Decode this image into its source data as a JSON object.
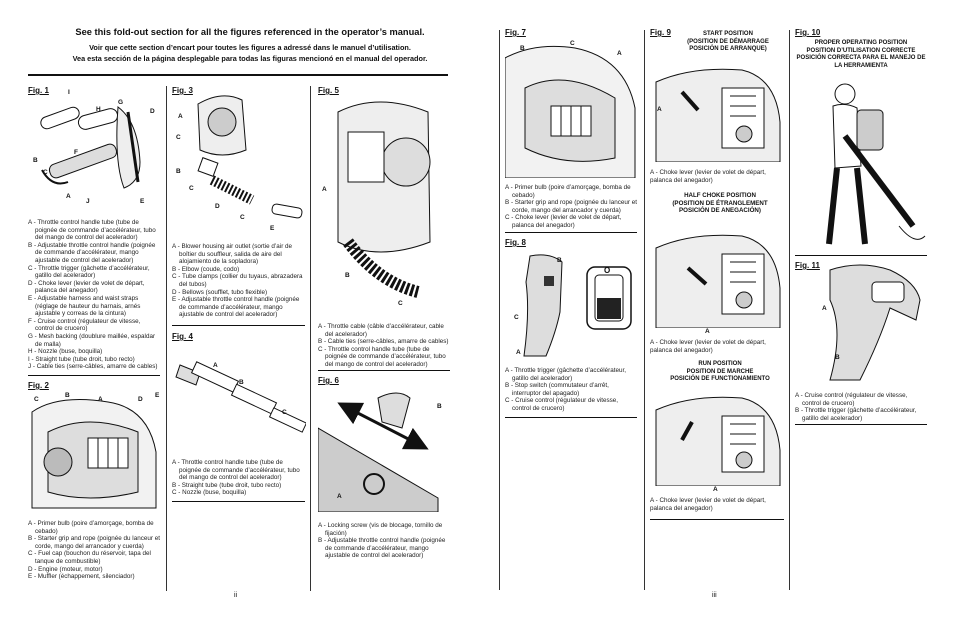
{
  "header": {
    "line1": "See this fold-out section for all the figures referenced in the operator’s manual.",
    "line2": "Voir que cette section d’encart pour toutes les figures a adressé dans le manuel d’utilisation.",
    "line3": "Vea esta sección de la página desplegable para todas las figuras mencionó en el manual del operador."
  },
  "pages": {
    "left": "ii",
    "right": "iii"
  },
  "figures": {
    "fig1": {
      "title": "Fig. 1",
      "labels": [
        "I",
        "H",
        "G",
        "D",
        "B",
        "C",
        "F",
        "A",
        "J",
        "E"
      ],
      "caption": [
        "A - Throttle control handle tube (tube de poignée de commande d’accélérateur, tubo del mango de control del acelerador)",
        "B - Adjustable throttle control handle (poignée de commande d’accélérateur, mango ajustable de control del acelerador)",
        "C - Throttle trigger (gâchette d’accélérateur, gatillo del acelerador)",
        "D - Choke lever (levier de volet de départ, palanca del anegador)",
        "E - Adjustable harness and waist straps (réglage de hauteur du harnais, arnés ajustable y correas de la cintura)",
        "F - Cruise control (régulateur de vitesse, control de crucero)",
        "G - Mesh backing (doublure maillée, espaldar de malla)",
        "H - Nozzle (buse, boquilla)",
        "I - Straight tube (tube droit, tubo recto)",
        "J - Cable ties (serre-câbles, amarre de cables)"
      ]
    },
    "fig2": {
      "title": "Fig. 2",
      "labels": [
        "C",
        "B",
        "A",
        "D",
        "E"
      ],
      "caption": [
        "A - Primer bulb (poire d’amorçage, bomba de cebado)",
        "B - Starter grip and rope (poignée du lanceur et corde, mango del arrancador y cuerda)",
        "C - Fuel cap (bouchon du réservoir, tapa del tanque de combustible)",
        "D - Engine (moteur, motor)",
        "E - Muffler (échappement, silenciador)"
      ]
    },
    "fig3": {
      "title": "Fig. 3",
      "labels": [
        "A",
        "C",
        "B",
        "C",
        "D",
        "C",
        "E"
      ],
      "caption": [
        "A - Blower housing air outlet (sortie d’air de boîtier du souffleur, salida de aire del alojamiento de la sopladora)",
        "B - Elbow (coude, codo)",
        "C - Tube clamps (collier du tuyaus, abrazadera del tubos)",
        "D - Bellows (soufflet, tubo flexible)",
        "E - Adjustable throttle control handle (poignée de commande d’accélérateur, mango ajustable de control del acelerador)"
      ]
    },
    "fig4": {
      "title": "Fig. 4",
      "labels": [
        "A",
        "B",
        "C"
      ],
      "caption": [
        "A - Throttle control handle tube (tube de poignée de commande d’accélérateur, tubo del mango de control del acelerador)",
        "B - Straight tube (tube droit, tubo recto)",
        "C - Nozzle (buse, boquilla)"
      ]
    },
    "fig5": {
      "title": "Fig. 5",
      "labels": [
        "A",
        "B",
        "C"
      ],
      "caption": [
        "A - Throttle cable (câble d’accélérateur, cable del acelerador)",
        "B - Cable ties (serre-câbles, amarre de cables)",
        "C - Throttle control handle tube (tube de poignée de commande d’accélérateur, tubo del mango de control del acelerador)"
      ]
    },
    "fig6": {
      "title": "Fig. 6",
      "labels": [
        "B",
        "A"
      ],
      "caption": [
        "A - Locking screw (vis de blocage, tornillo de fijación)",
        "B - Adjustable throttle control handle (poignée de commande d’accélérateur, mango ajustable de control del acelerador)"
      ]
    },
    "fig7": {
      "title": "Fig. 7",
      "labels": [
        "C",
        "B",
        "A"
      ],
      "caption": [
        "A - Primer bulb (poire d’amorçage, bomba de cebado)",
        "B - Starter grip and rope (poignée du lanceur et corde, mango del arrancador y cuerda)",
        "C - Choke lever (levier de volet de départ, palanca del anegador)"
      ]
    },
    "fig8": {
      "title": "Fig. 8",
      "labels": [
        "B",
        "C",
        "A"
      ],
      "switch_symbols": [
        "O",
        "I"
      ],
      "caption": [
        "A - Throttle trigger (gâchette d’accélérateur, gatillo del acelerador)",
        "B - Stop switch (commutateur d’arrêt, interruptor del apagado)",
        "C - Cruise control (régulateur de vitesse, control de crucero)"
      ]
    },
    "fig9": {
      "title": "Fig. 9",
      "start_title": "START POSITION\n(POSITION DE DÉMARRAGE\nPOSICIÓN DE ARRANQUE)",
      "half_title": "HALF CHOKE POSITION\n(POSITION DE ÉTRANGLEMENT\nPOSICIÓN DE ANEGACIÓN)",
      "run_title": "RUN POSITION\nPOSITION DE MARCHE\nPOSICIÓN DE FUNCTIONAMIENTO",
      "label": "A",
      "caption": "A - Choke lever (levier de volet de départ, palanca del anegador)"
    },
    "fig10": {
      "title": "Fig. 10",
      "subtitle": "PROPER OPERATING POSITION\nPOSITION D’UTILISATION CORRECTE\nPOSICIÓN CORRECTA PARA EL MANEJO DE\nLA HERRAMIENTA"
    },
    "fig11": {
      "title": "Fig. 11",
      "labels": [
        "A",
        "B"
      ],
      "caption": [
        "A - Cruise control (régulateur de vitesse, control de crucero)",
        "B - Throttle trigger (gâchette d’accélérateur, gatillo del acelerador)"
      ]
    }
  }
}
